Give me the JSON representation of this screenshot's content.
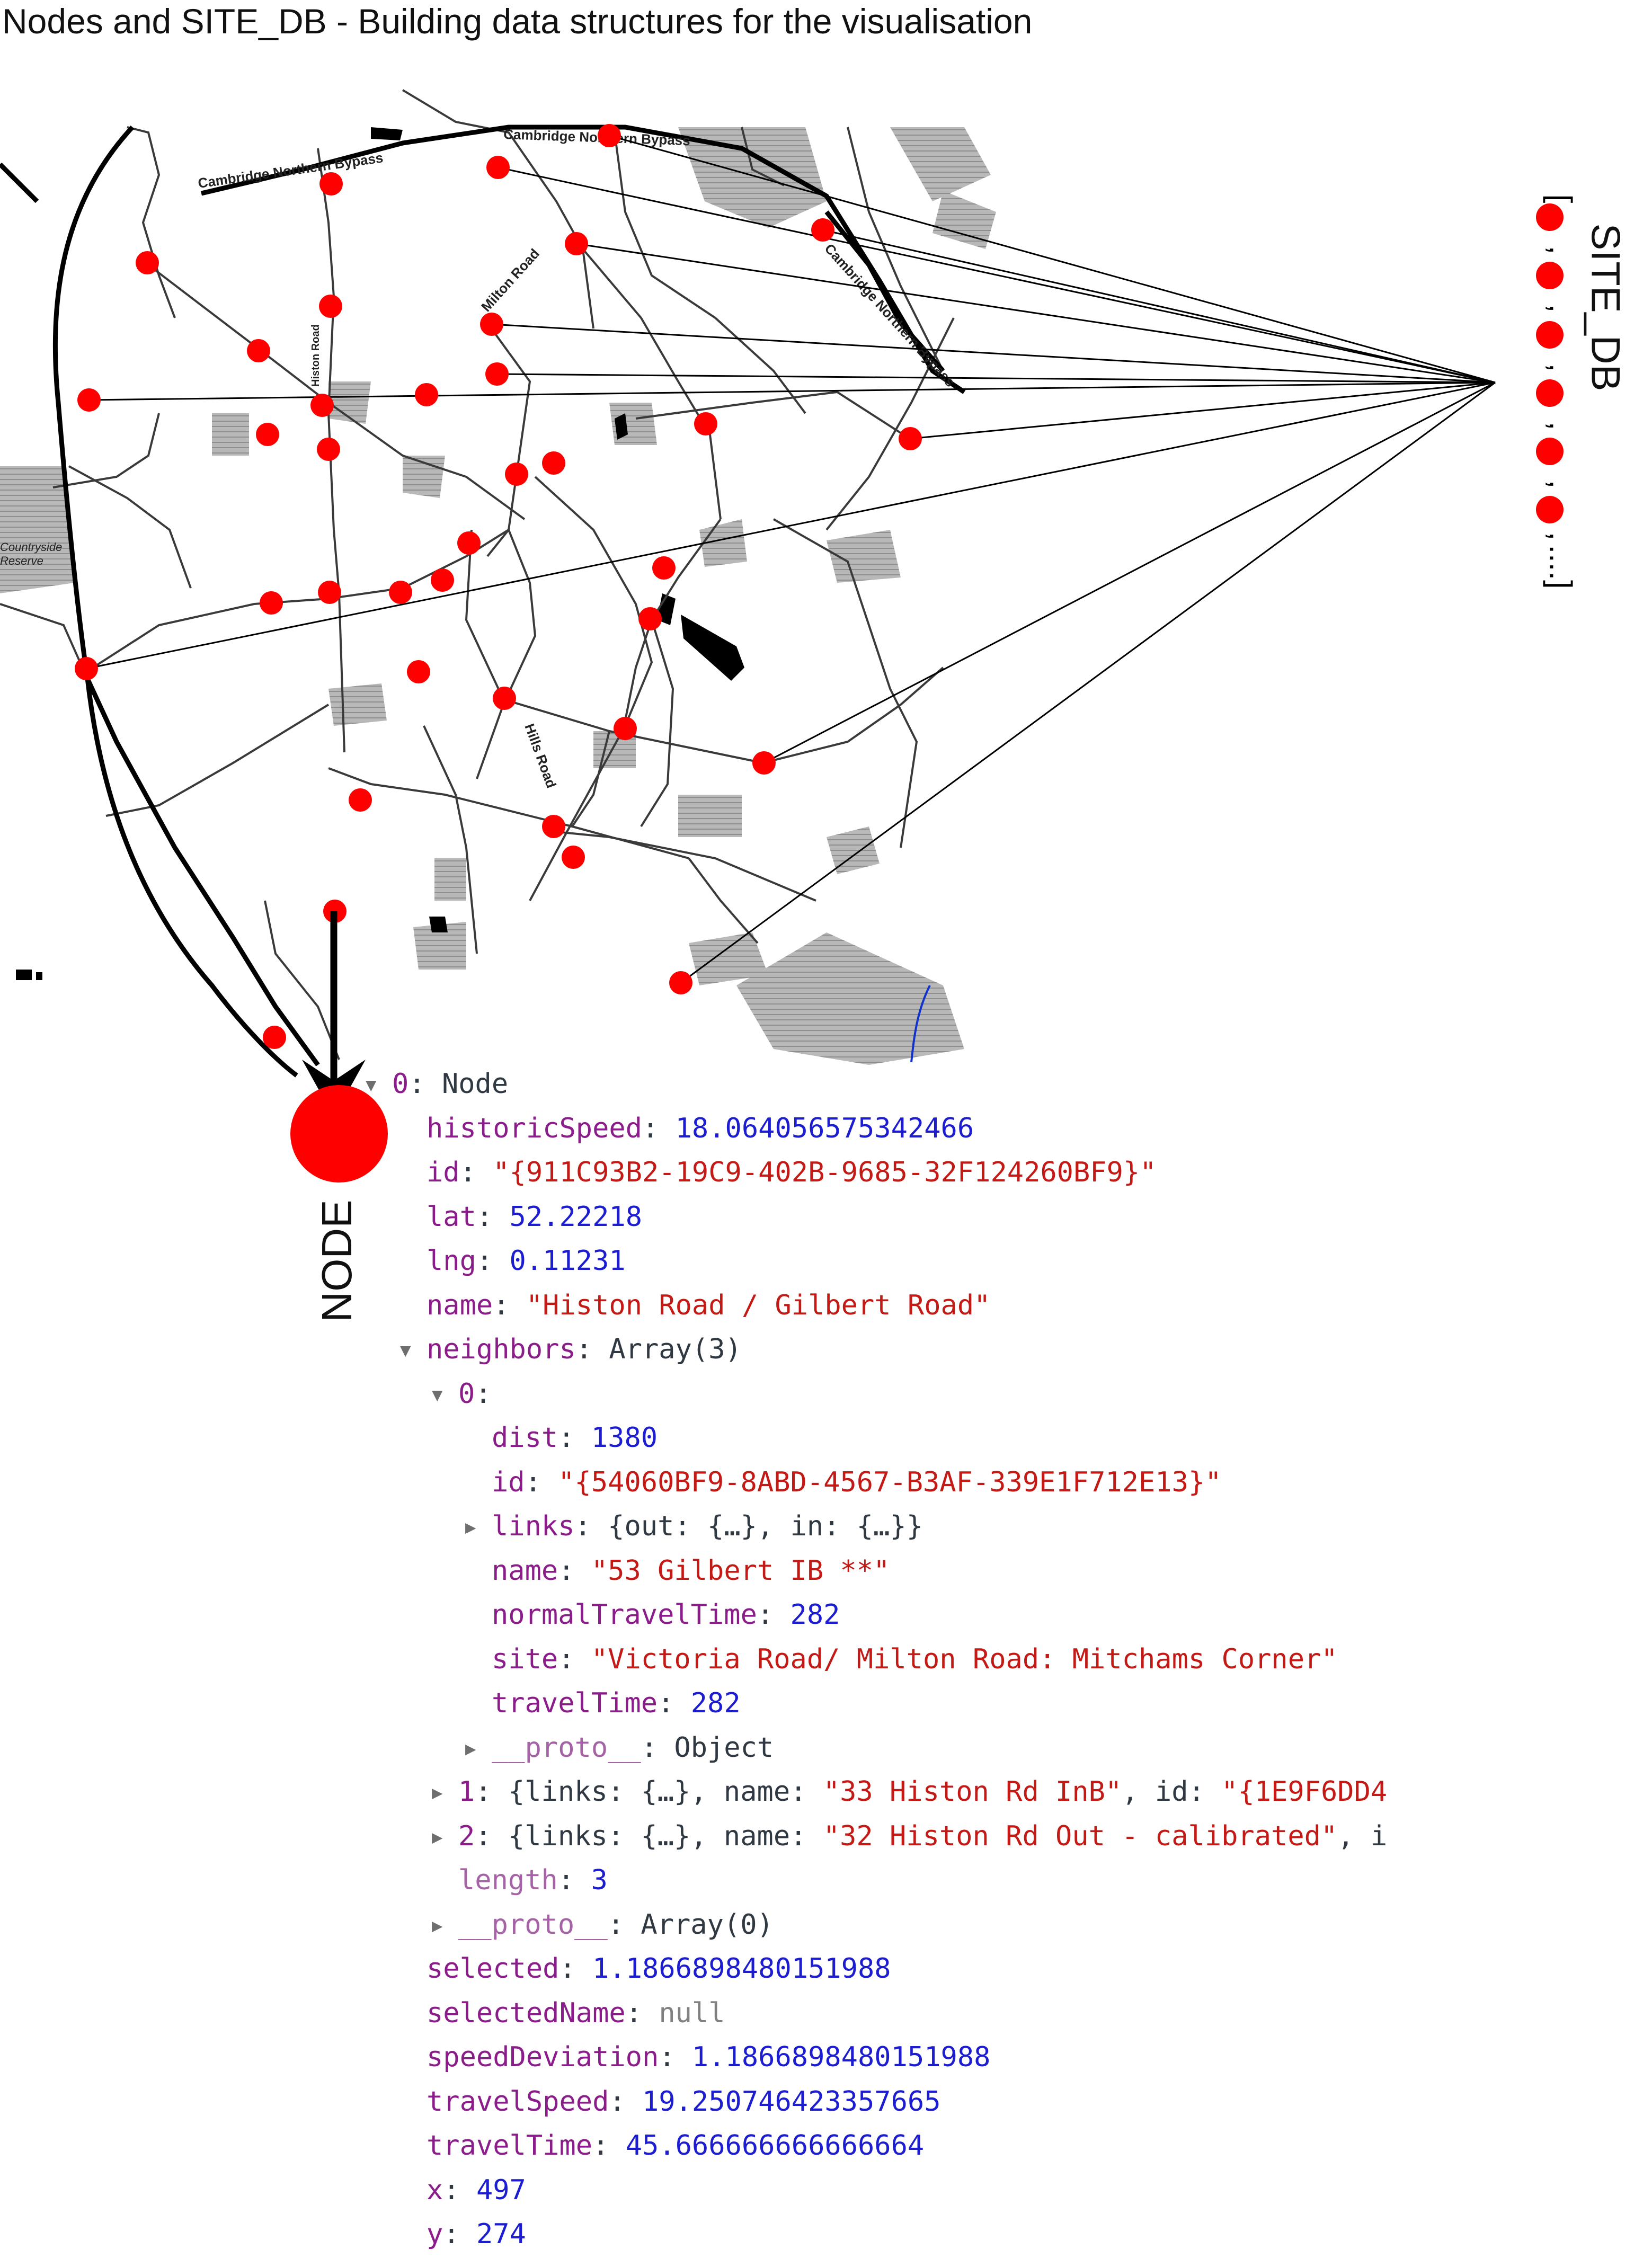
{
  "title": "Nodes and SITE_DB - Building data structures for the visualisation",
  "site_db_label": "SITE_DB",
  "site_db_array": {
    "open": "[",
    "sep": ",",
    "close": "....]"
  },
  "node_label": "NODE",
  "map_labels": {
    "bypass_top_left": "Cambridge Northern Bypass",
    "bypass_top": "Cambridge Northern Bypass",
    "bypass_right": "Cambridge Northern Bypass",
    "milton_road": "Milton Road",
    "histon_road": "Histon Road",
    "hills_road": "Hills Road",
    "countryside": "Countryside",
    "reserve": "Reserve"
  },
  "colors": {
    "node": "#ff0000",
    "line": "#000000",
    "string": "#c41a16",
    "number": "#1c1cd0",
    "key": "#8b1d8b"
  },
  "console": {
    "root_index": "0",
    "root_type": "Node",
    "historicSpeed": "18.064056575342466",
    "id": "\"{911C93B2-19C9-402B-9685-32F124260BF9}\"",
    "lat": "52.22218",
    "lng": "0.11231",
    "name": "\"Histon Road / Gilbert Road\"",
    "neighbors_type": "Array(3)",
    "n0_index": "0",
    "n0_dist": "1380",
    "n0_id": "\"{54060BF9-8ABD-4567-B3AF-339E1F712E13}\"",
    "n0_links": "{out: {…}, in: {…}}",
    "n0_name": "\"53 Gilbert IB **\"",
    "n0_normalTravelTime": "282",
    "n0_site": "\"Victoria Road/ Milton Road: Mitchams Corner\"",
    "n0_travelTime": "282",
    "n0_proto": "Object",
    "n1_pre": "{links: {…}, name: ",
    "n1_name": "\"33 Histon Rd InB\"",
    "n1_mid": ", id: ",
    "n1_id": "\"{1E9F6DD4",
    "n2_pre": "{links: {…}, name: ",
    "n2_name": "\"32 Histon Rd Out - calibrated\"",
    "n2_tail": ", i",
    "length": "3",
    "array_proto": "Array(0)",
    "selected": "1.1866898480151988",
    "selectedName": "null",
    "speedDeviation": "1.1866898480151988",
    "travelSpeed": "19.250746423357665",
    "travelTime": "45.666666666666664",
    "x": "497",
    "y": "274"
  }
}
